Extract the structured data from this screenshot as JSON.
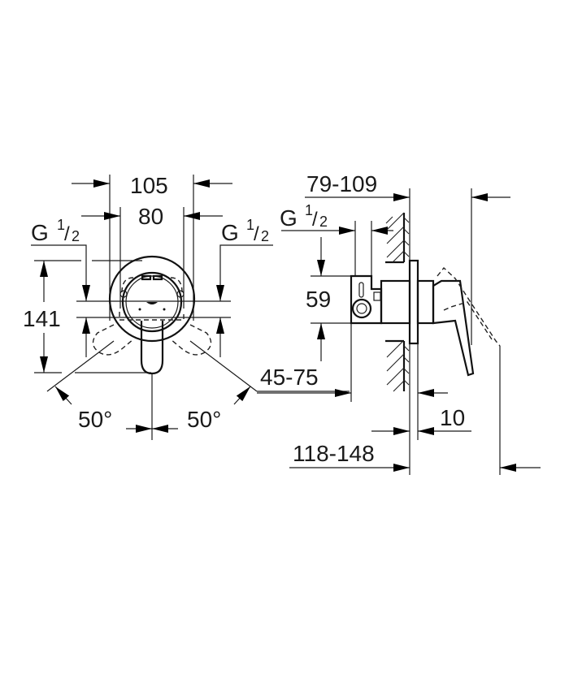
{
  "diagram": {
    "type": "technical dimension drawing",
    "background": "#ffffff",
    "line_color": "#1a1a1a",
    "units": "mm",
    "front_view": {
      "dimensions": {
        "width_outer": "105",
        "width_inner": "80",
        "thread_left": {
          "main": "G",
          "num": "1",
          "slash": "/",
          "den": "2"
        },
        "thread_right": {
          "main": "G",
          "num": "1",
          "slash": "/",
          "den": "2"
        },
        "height": "141",
        "angle_left": "50°",
        "angle_right": "50°"
      }
    },
    "side_view": {
      "dimensions": {
        "depth_top": "79-109",
        "thread": {
          "main": "G",
          "num": "1",
          "slash": "/",
          "den": "2"
        },
        "inlet_height": "59",
        "inlet_depth": "45-75",
        "plate_thickness": "10",
        "depth_total": "118-148"
      }
    }
  }
}
